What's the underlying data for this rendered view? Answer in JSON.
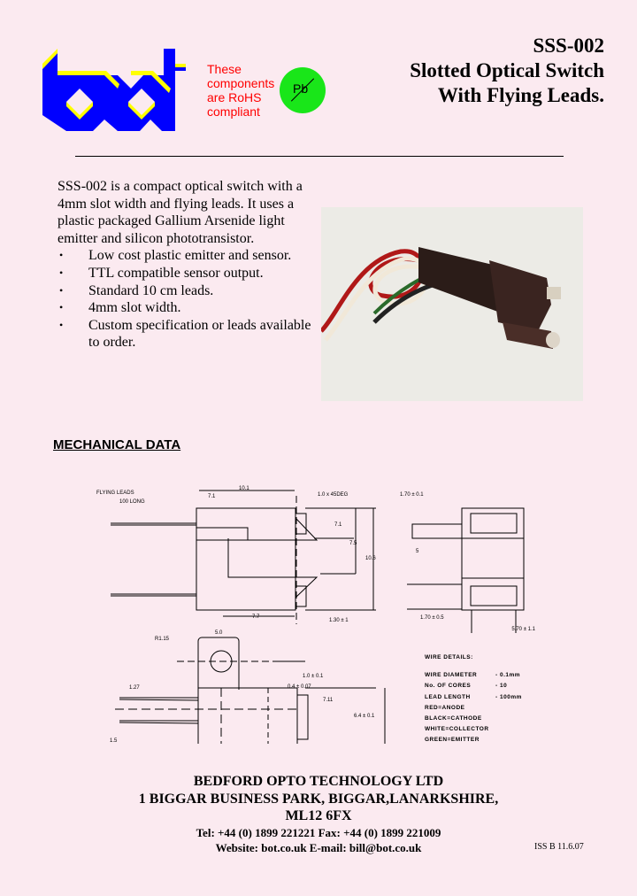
{
  "header": {
    "part_number": "SSS-002",
    "title_line1": "Slotted Optical Switch",
    "title_line2": "With Flying Leads.",
    "logo_text": "bot",
    "rohs_lines": [
      "These",
      "components",
      "are RoHS",
      "compliant"
    ],
    "pb_label": "Pb"
  },
  "colors": {
    "logo_blue": "#0000ff",
    "logo_yellow": "#ffff00",
    "rohs_red": "#ff0000",
    "pb_green": "#19e619",
    "background": "#fbeaf0"
  },
  "intro": {
    "text": "SSS-002 is a compact optical switch with a 4mm slot width and flying leads. It uses a plastic packaged Gallium Arsenide light emitter and silicon phototransistor.",
    "bullets": [
      "Low cost plastic emitter and sensor.",
      "TTL compatible sensor output.",
      "Standard 10 cm leads.",
      "4mm slot width.",
      "Custom specification or leads available to order."
    ]
  },
  "mechanical": {
    "heading": "MECHANICAL DATA",
    "labels": {
      "flying_leads": "FLYING LEADS",
      "leads_long": "100 LONG",
      "d1": "10.1",
      "d2": "1.0 x 45DEG",
      "d3": "7.1",
      "d4": "7.5",
      "d5": "10.6",
      "d6": "7.7",
      "d7": "1.30 ± 1",
      "d8": "5.0",
      "d9": "R1.15",
      "d10": "1.0 ± 0.1",
      "d11": "0.4 ± 0.07",
      "d12": "7.11",
      "d13": "6.4 ± 0.1",
      "d14": "1.27",
      "d15": "1.5",
      "d16": "1.70 ± 0.1",
      "d17": "5",
      "d18": "1.70 ± 0.5",
      "d19": "5.70 ± 1.1"
    },
    "wire_details": {
      "heading": "WIRE DETAILS:",
      "rows": [
        {
          "label": "WIRE DIAMETER",
          "value": "- 0.1mm"
        },
        {
          "label": "No. OF CORES",
          "value": "- 10"
        },
        {
          "label": "LEAD LENGTH",
          "value": "- 100mm"
        }
      ],
      "colors": [
        "RED=ANODE",
        "BLACK=CATHODE",
        "WHITE=COLLECTOR",
        "GREEN=EMITTER"
      ]
    }
  },
  "footer": {
    "company": "BEDFORD OPTO TECHNOLOGY LTD",
    "address1": "1 BIGGAR BUSINESS PARK, BIGGAR,LANARKSHIRE,",
    "address2": "ML12 6FX",
    "phone": "Tel: +44 (0) 1899 221221  Fax: +44 (0) 1899 221009",
    "web": "Website:  bot.co.uk  E-mail:  bill@bot.co.uk",
    "issue": "ISS B 11.6.07"
  }
}
